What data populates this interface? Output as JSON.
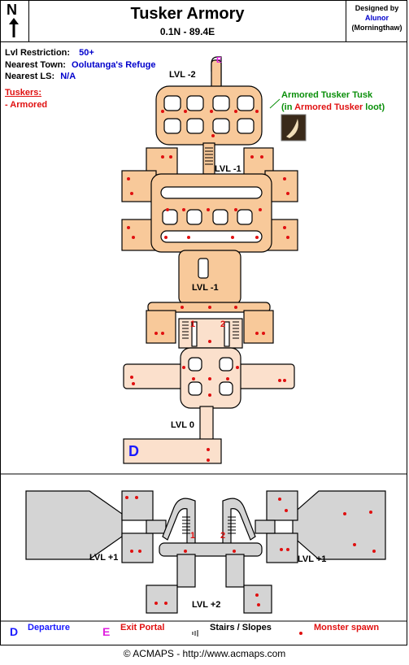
{
  "header": {
    "title": "Tusker Armory",
    "coords": "0.1N - 89.4E",
    "designed_by_label": "Designed by",
    "author": "Alunor",
    "server": "(Morningthaw)",
    "north_label": "N"
  },
  "info": {
    "lvl_restriction_label": "Lvl Restriction:",
    "lvl_restriction_value": "50+",
    "nearest_town_label": "Nearest Town:",
    "nearest_town_value": "Oolutanga's Refuge",
    "nearest_ls_label": "Nearest LS:",
    "nearest_ls_value": "N/A"
  },
  "monsters": {
    "heading": "Tuskers:",
    "items": [
      "- Armored"
    ]
  },
  "loot": {
    "line1": "Armored Tusker Tusk",
    "line2_prefix": "(in ",
    "line2_highlight": "Armored Tusker",
    "line2_suffix": " loot)"
  },
  "levels": {
    "lvl_m2": "LVL -2",
    "lvl_m1_top": "LVL -1",
    "lvl_m1_mid": "LVL -1",
    "lvl_0": "LVL 0",
    "lvl_p1_left": "LVL +1",
    "lvl_p1_right": "LVL +1",
    "lvl_p2": "LVL +2",
    "stair1": "1",
    "stair2": "2",
    "stair1_b": "1",
    "stair2_b": "2",
    "departure_marker": "D",
    "exit_marker": "E"
  },
  "legend": {
    "departure_key": "D",
    "departure": "Departure",
    "exit_key": "E",
    "exit": "Exit Portal",
    "stairs": "Stairs / Slopes",
    "spawn": "Monster spawn"
  },
  "footer": "© ACMAPS - http://www.acmaps.com",
  "colors": {
    "upper_fill": "#f8c99a",
    "lvl0_fill": "#fbe0cc",
    "lower_fill": "#d4d4d4",
    "spawn": "#e01010",
    "departure": "#1a1aff",
    "exit": "#e020e0"
  }
}
